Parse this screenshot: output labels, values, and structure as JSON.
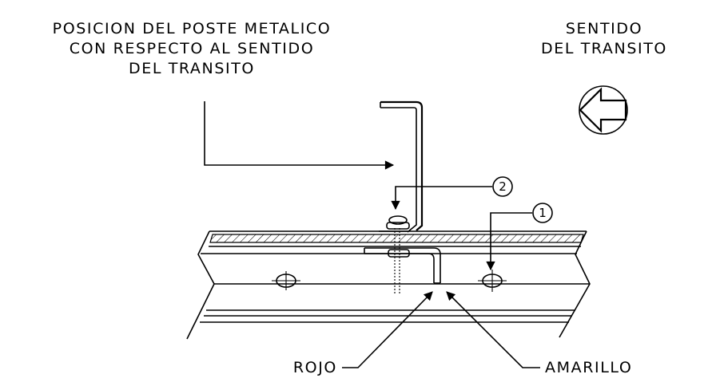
{
  "title": {
    "line1": "POSICION DEL POSTE METALICO",
    "line2": "CON RESPECTO AL SENTIDO",
    "line3": "DEL TRANSITO"
  },
  "direction": {
    "line1": "SENTIDO",
    "line2": "DEL TRANSITO"
  },
  "callouts": {
    "one": "1",
    "two": "2"
  },
  "labels": {
    "red": "ROJO",
    "yellow": "AMARILLO"
  },
  "icons": {
    "direction": "left-arrow-in-circle-icon"
  },
  "colors": {
    "ink": "#000000",
    "paper": "#ffffff"
  }
}
